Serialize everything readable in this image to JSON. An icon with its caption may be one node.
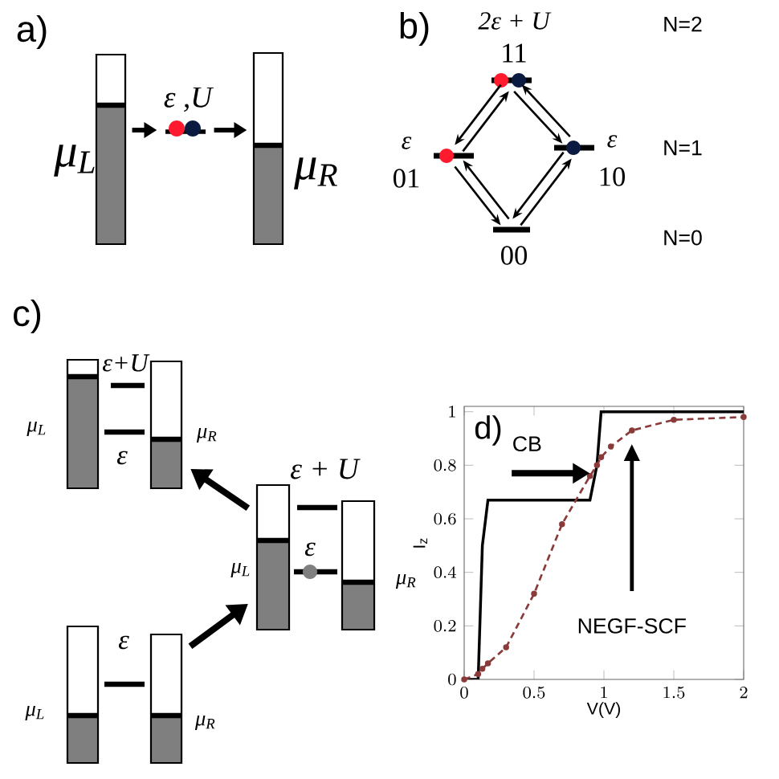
{
  "diagram": {
    "nodes": [
      {
        "text": [
          "2ε + U",
          "11"
        ]
      },
      {
        "text": [
          "ε",
          "01"
        ]
      },
      {
        "text": [
          "ε",
          "10"
        ]
      },
      {
        "text": [
          "00"
        ]
      },
      {
        "text": [],
        "shape": "bar",
        "beside": [
          "μ$_{L}$"
        ]
      },
      {
        "text": [
          "ε ,U"
        ]
      },
      {
        "text": [],
        "shape": "bar",
        "beside": [
          "μ$_{R}$"
        ]
      },
      {
        "text": [
          "ε",
          "μ$_{L}$",
          "μ$_{R}$"
        ]
      },
      {
        "text": [
          "ε + U",
          "ε",
          "μ$_{L}$",
          "μ$_{R}$"
        ]
      },
      {
        "text": [
          "ε+U",
          "μ$_{L}$",
          "μ$_{R}$",
          "ε"
        ]
      }
    ],
    "edges": [
      {
        "from": 1,
        "to": 0,
        "arrow": "to"
      },
      {
        "from": 0,
        "to": 1,
        "arrow": "to"
      },
      {
        "from": 0,
        "to": 2,
        "arrow": "to"
      },
      {
        "from": 2,
        "to": 0,
        "arrow": "to"
      },
      {
        "from": 3,
        "to": 1,
        "arrow": "to"
      },
      {
        "from": 1,
        "to": 3,
        "arrow": "to"
      },
      {
        "from": 2,
        "to": 3,
        "arrow": "to"
      },
      {
        "from": 3,
        "to": 2,
        "arrow": "to"
      },
      {
        "from": 4,
        "to": 5,
        "arrow": "to",
        "style": "thick"
      },
      {
        "from": 5,
        "to": 6,
        "arrow": "to",
        "style": "thick"
      },
      {
        "from": 7,
        "to": 8,
        "arrow": "to",
        "style": "thick"
      },
      {
        "from": 8,
        "to": 9,
        "arrow": "to",
        "style": "thick"
      }
    ],
    "labels": [
      "a)",
      "b)",
      "N=2",
      "N=1",
      "N=0",
      "c)",
      "d)"
    ],
    "chart_data": {
      "type": "line",
      "xlabel": "V(V)",
      "ylabel": "I$_{z}$",
      "x": [
        0,
        0.1,
        0.13,
        0.17,
        0.3,
        0.5,
        0.7,
        0.9,
        0.95,
        0.98,
        1.05,
        1.2,
        1.5,
        2
      ],
      "series": [
        {
          "color": "#000000",
          "values": [
            0,
            0,
            0.5,
            0.67,
            0.67,
            0.67,
            0.67,
            0.67,
            0.8,
            1,
            1,
            1,
            1,
            1
          ]
        },
        {
          "color": "#8b3a3a",
          "line_style": "dashed",
          "marker": "circle",
          "values": [
            0,
            0.02,
            0.04,
            0.06,
            0.12,
            0.32,
            0.58,
            0.76,
            0.8,
            0.83,
            0.87,
            0.93,
            0.97,
            0.98
          ]
        }
      ],
      "xlim": [
        0,
        2
      ],
      "ylim": [
        0,
        1.02
      ],
      "xticks": [
        0,
        0.5,
        1,
        1.5,
        2
      ],
      "yticks": [
        0,
        0.2,
        0.4,
        0.6,
        0.8,
        1
      ],
      "annotations": [
        "CB",
        "NEGF-SCF"
      ]
    }
  }
}
